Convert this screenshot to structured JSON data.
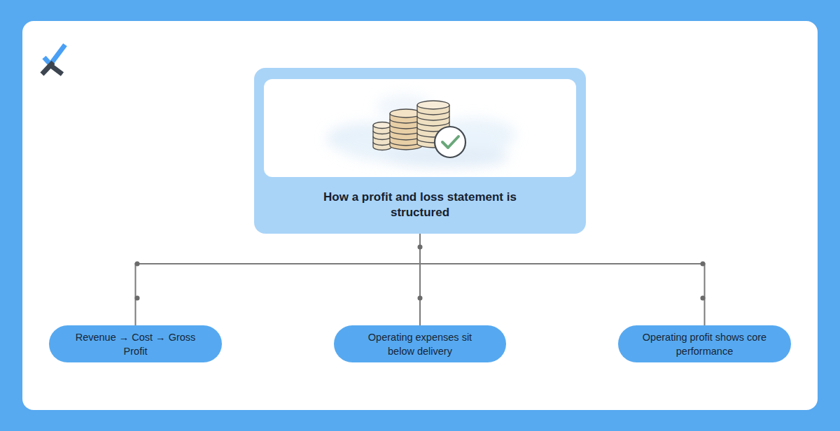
{
  "diagram": {
    "nodes": [
      {
        "text": [
          "How a profit and loss statement is structured"
        ]
      },
      {
        "text": [
          "Revenue → Cost → Gross Profit"
        ]
      },
      {
        "text": [
          "Operating expenses sit below delivery"
        ]
      },
      {
        "text": [
          "Operating profit shows core performance"
        ]
      }
    ],
    "edges": [
      {
        "from": 0,
        "to": 1,
        "arrow": "none"
      },
      {
        "from": 0,
        "to": 2,
        "arrow": "none"
      },
      {
        "from": 0,
        "to": 3,
        "arrow": "none"
      }
    ]
  }
}
